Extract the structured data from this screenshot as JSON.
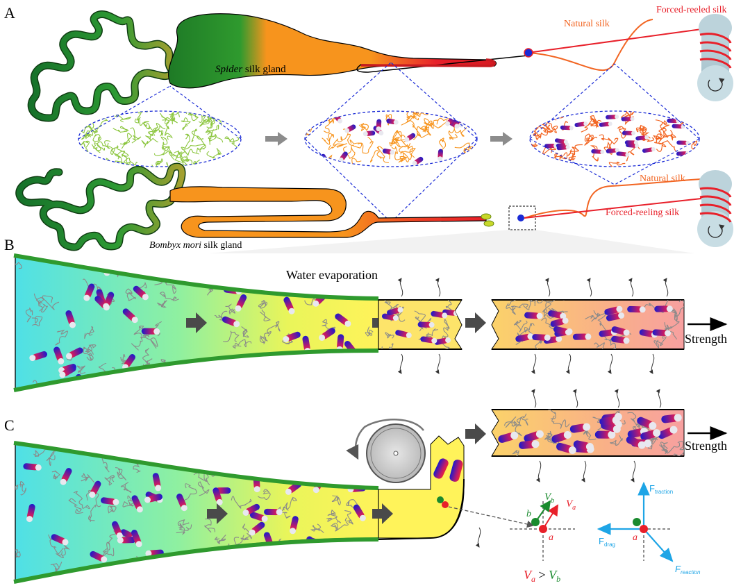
{
  "panels": {
    "a": "A",
    "b": "B",
    "c": "C"
  },
  "panel_a": {
    "spider_italic": "Spider",
    "spider_rest": " silk gland",
    "bombyx_italic": "Bombyx mori",
    "bombyx_rest": " silk gland",
    "natural_silk_top": "Natural silk",
    "forced_reeled_silk": "Forced-reeled silk",
    "natural_silk_bottom": "Natural silk",
    "forced_reeling_silk": "Forced-reeling silk"
  },
  "panel_b": {
    "water_evaporation": "Water evaporation",
    "strength": "Strength"
  },
  "panel_c": {
    "strength": "Strength",
    "vb_letter": "V",
    "vb_sub": "b",
    "va_letter": "V",
    "va_sub": "a",
    "point_b": "b",
    "point_a": "a",
    "point_a2": "a",
    "ineq_va": "V",
    "ineq_va_sub": "a",
    "ineq_gt": " > ",
    "ineq_vb": "V",
    "ineq_vb_sub": "b",
    "f_traction": "F",
    "f_traction_sub": "traction",
    "f_drag": "F",
    "f_drag_sub": "drag",
    "f_reaction": "F",
    "f_reaction_sub": "reaction"
  },
  "colors": {
    "green_dark": "#1e7a26",
    "green_mid": "#3c9b2e",
    "orange": "#f7941d",
    "red": "#e8202a",
    "silk_orange": "#f26522",
    "blue_dash": "#1a2bd6",
    "cyan": "#4fe0e6",
    "yellow": "#fff35a",
    "salmon": "#f7a0a0",
    "force_blue": "#1ea5e6",
    "point_green": "#1a8a2e",
    "point_red": "#e8202a",
    "grey_arrow": "#8c8c8c",
    "dark_arrow": "#444444"
  }
}
